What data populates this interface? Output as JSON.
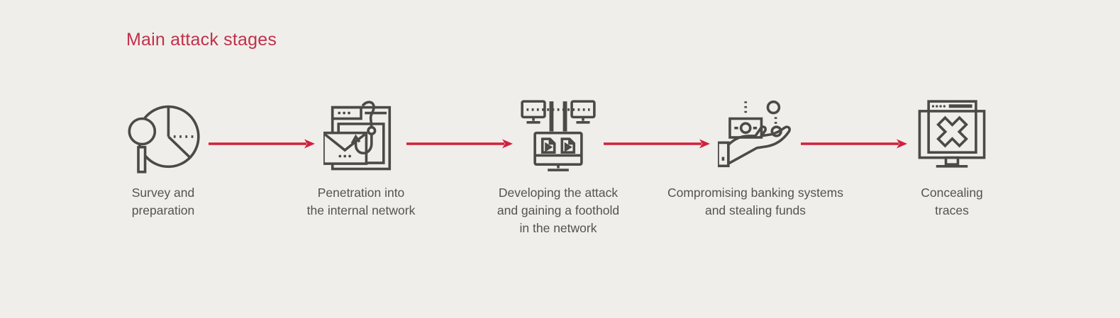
{
  "page": {
    "title": "Main attack stages"
  },
  "colors": {
    "background": "#f0eeeb",
    "title_red": "#c13049",
    "arrow_red": "#d2213d",
    "icon_stroke": "#4c4a47",
    "label_gray": "#55534e"
  },
  "stages": [
    {
      "id": 1,
      "icon": "magnifier-pie-chart-icon",
      "label": "Survey and\npreparation"
    },
    {
      "id": 2,
      "icon": "phishing-email-hook-icon",
      "label": "Penetration into\nthe internal network"
    },
    {
      "id": 3,
      "icon": "network-computers-documents-icon",
      "label": "Developing the attack\nand gaining a foothold\nin the network"
    },
    {
      "id": 4,
      "icon": "hand-receiving-money-icon",
      "label": "Compromising banking systems\nand stealing funds"
    },
    {
      "id": 5,
      "icon": "monitor-cross-icon",
      "label": "Concealing\ntraces"
    }
  ],
  "arrows": [
    {
      "from": 1,
      "to": 2
    },
    {
      "from": 2,
      "to": 3
    },
    {
      "from": 3,
      "to": 4
    },
    {
      "from": 4,
      "to": 5
    }
  ]
}
